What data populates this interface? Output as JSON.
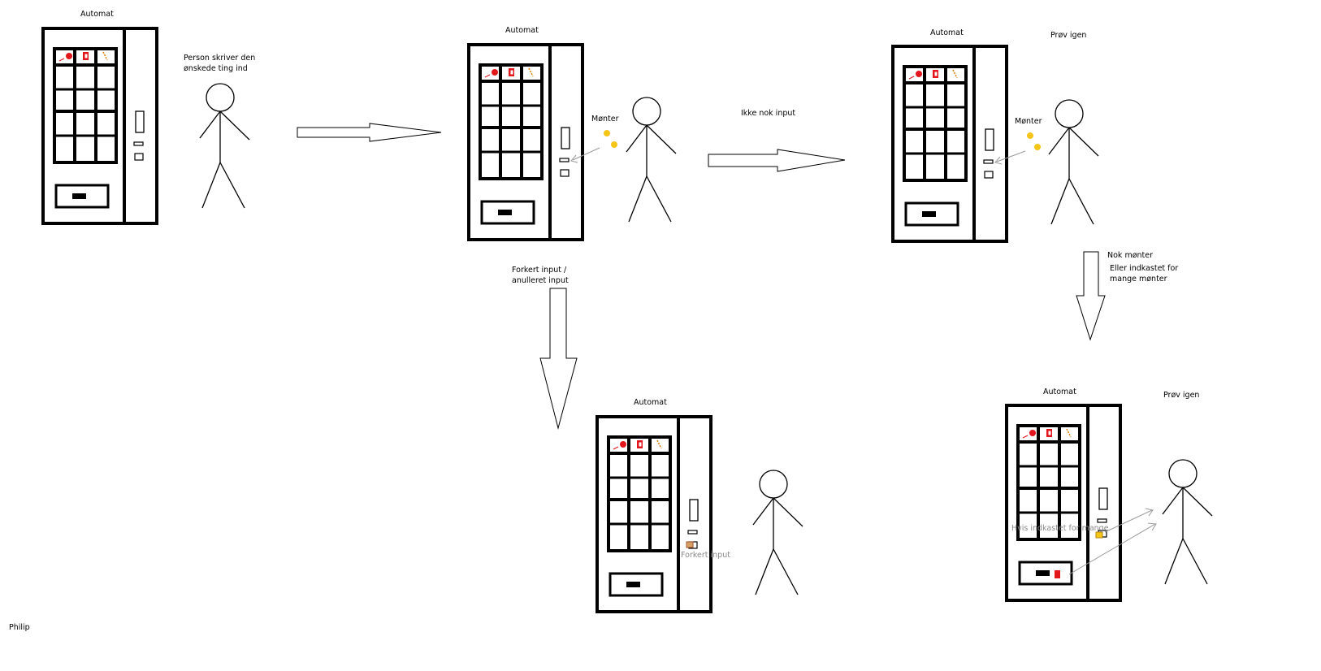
{
  "diagram": {
    "labels": {
      "automat": "Automat",
      "person_writes": [
        "Person skriver den",
        "ønskede ting ind"
      ],
      "coins": "Mønter",
      "not_enough_input": "Ikke nok input",
      "try_again": "Prøv igen",
      "wrong_input": [
        "Forkert input /",
        "anulleret input"
      ],
      "enough_coins": [
        "Nok mønter",
        "Eller indkastet for",
        "mange mønter"
      ],
      "wrong_input_return": "Forkert input",
      "overpaid": "Hvis indkastet for mange",
      "author": "Philip"
    },
    "colors": {
      "machine_stroke": "#000000",
      "coin": "#f5c518",
      "product_red": "#e3161b",
      "gray_arrow": "#9a9a9a"
    },
    "icons": [
      "red-ball-icon",
      "red-can-icon",
      "candy-bar-icon"
    ]
  }
}
